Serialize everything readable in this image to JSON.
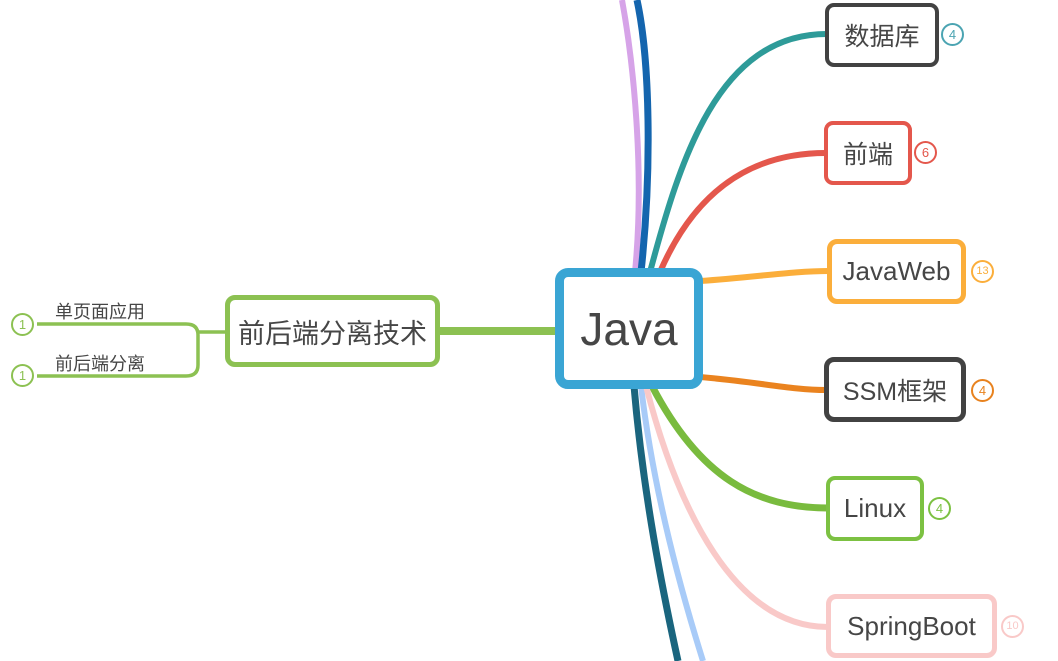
{
  "mindmap": {
    "root": {
      "label": "Java",
      "border_color": "#3AA5D4",
      "text_color": "#464646"
    },
    "left": {
      "topic": {
        "label": "前后端分离技术",
        "color": "#8CC152"
      },
      "subtopics": [
        {
          "label": "单页面应用",
          "count": "1",
          "color": "#8CC152"
        },
        {
          "label": "前后端分离",
          "count": "1",
          "color": "#8CC152"
        }
      ]
    },
    "right": [
      {
        "label": "数据库",
        "count": "4",
        "border_color": "#424242",
        "badge_color": "#4BA4B2",
        "branch_color": "#2E9B99"
      },
      {
        "label": "前端",
        "count": "6",
        "border_color": "#E4574C",
        "badge_color": "#E4574C",
        "branch_color": "#E4574C"
      },
      {
        "label": "JavaWeb",
        "count": "13",
        "border_color": "#FBAE3B",
        "badge_color": "#FBAE3B",
        "branch_color": "#FBAE3B"
      },
      {
        "label": "SSM框架",
        "count": "4",
        "border_color": "#424242",
        "badge_color": "#E8821E",
        "branch_color": "#EA831F"
      },
      {
        "label": "Linux",
        "count": "4",
        "border_color": "#7CC142",
        "badge_color": "#7CC142",
        "branch_color": "#79BB3E"
      },
      {
        "label": "SpringBoot",
        "count": "10",
        "border_color": "#F9C9C8",
        "badge_color": "#F9C9C8",
        "branch_color": "#F9C9C8"
      }
    ],
    "offscreen_branches": [
      {
        "name": "violet-top",
        "color": "#D6A3E8"
      },
      {
        "name": "dark-blue-top",
        "color": "#1465AE"
      },
      {
        "name": "dark-teal-bottom",
        "color": "#1A657E"
      },
      {
        "name": "light-blue-bottom",
        "color": "#A8CBF8"
      }
    ]
  }
}
